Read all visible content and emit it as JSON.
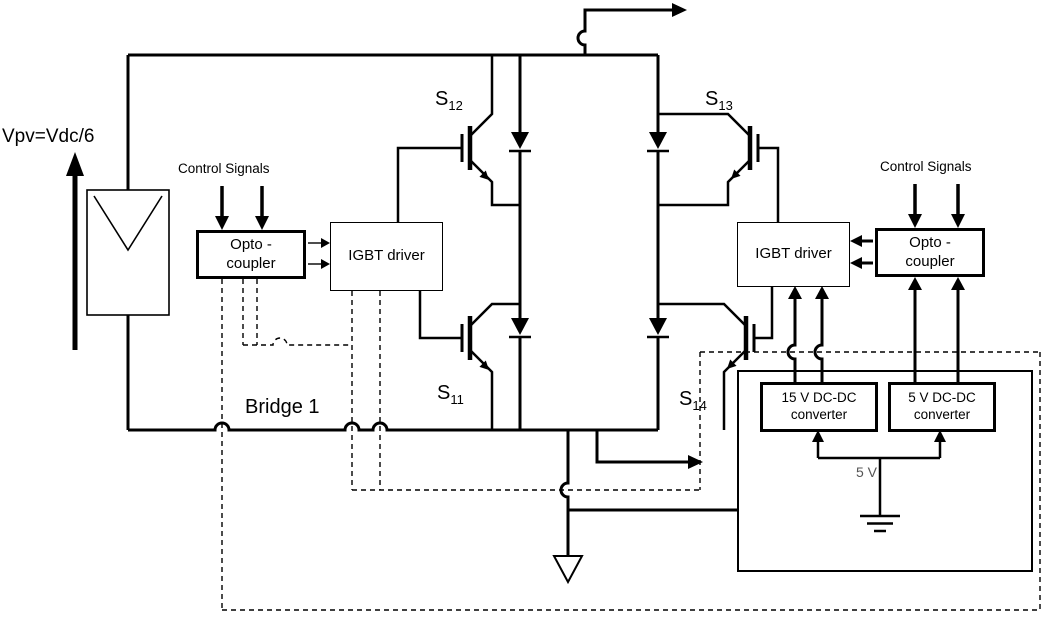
{
  "labels": {
    "vpv": "Vpv=Vdc/6",
    "bridge": "Bridge 1",
    "v5": "5 V",
    "control_signals_left": "Control Signals",
    "control_signals_right": "Control Signals"
  },
  "blocks": {
    "opto_left": {
      "line1": "Opto -",
      "line2": "coupler"
    },
    "opto_right": {
      "line1": "Opto -",
      "line2": "coupler"
    },
    "igbt_driver_left": {
      "label": "IGBT driver"
    },
    "igbt_driver_right": {
      "label": "IGBT driver"
    },
    "dcdc_15v": {
      "line1": "15 V DC-DC",
      "line2": "converter"
    },
    "dcdc_5v": {
      "line1": "5 V DC-DC",
      "line2": "converter"
    }
  },
  "switches": {
    "s12": {
      "base": "S",
      "sub": "12"
    },
    "s13": {
      "base": "S",
      "sub": "13"
    },
    "s11": {
      "base": "S",
      "sub": "11"
    },
    "s14": {
      "base": "S",
      "sub": "14"
    }
  },
  "colors": {
    "line": "#000000",
    "background": "#ffffff",
    "muted_text": "#555555"
  }
}
